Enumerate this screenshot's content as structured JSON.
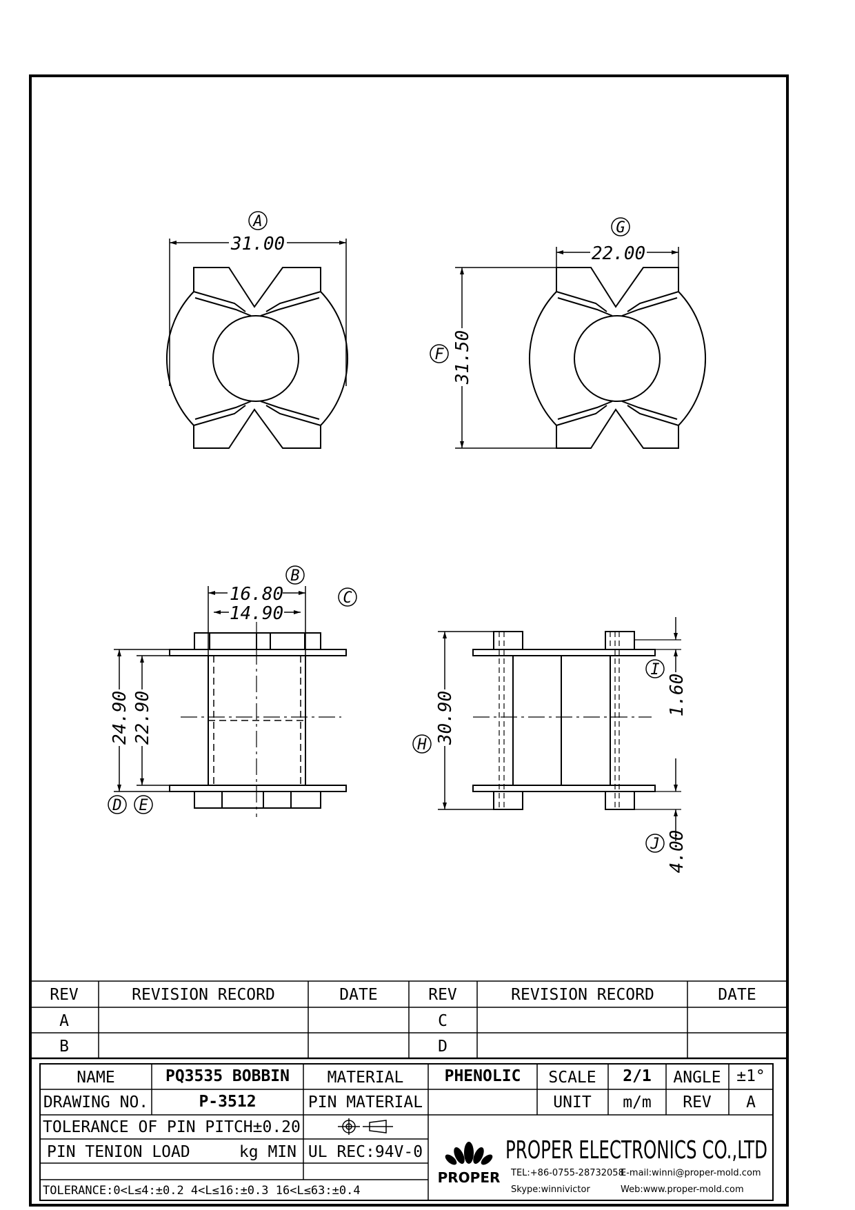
{
  "dimensions": {
    "A": {
      "label": "A",
      "value": "31.00"
    },
    "B": {
      "label": "B",
      "value": "16.80"
    },
    "C": {
      "label": "C",
      "value": "14.90"
    },
    "D": {
      "label": "D",
      "value": "24.90"
    },
    "E": {
      "label": "E",
      "value": "22.90"
    },
    "F": {
      "label": "F",
      "value": "31.50"
    },
    "G": {
      "label": "G",
      "value": "22.00"
    },
    "H": {
      "label": "H",
      "value": "30.90"
    },
    "I": {
      "label": "I",
      "value": "1.60"
    },
    "J": {
      "label": "J",
      "value": "4.00"
    }
  },
  "revision_table": {
    "rev_header": "REV",
    "record_header": "REVISION RECORD",
    "date_header": "DATE",
    "revs": [
      "A",
      "B",
      "C",
      "D"
    ]
  },
  "title_block": {
    "name_label": "NAME",
    "name_value": "PQ3535 BOBBIN",
    "material_label": "MATERIAL",
    "material_value": "PHENOLIC",
    "scale_label": "SCALE",
    "scale_value": "2/1",
    "angle_label": "ANGLE",
    "angle_value": "±1°",
    "drawing_no_label": "DRAWING NO.",
    "drawing_no_value": "P-3512",
    "pin_material_label": "PIN MATERIAL",
    "unit_label": "UNIT",
    "unit_value": "m/m",
    "rev_label": "REV",
    "rev_value": "A",
    "pitch_tolerance": "TOLERANCE OF PIN PITCH±0.20",
    "pin_tension_label": "PIN TENION LOAD",
    "pin_tension_unit": "kg MIN",
    "ul_rec": "UL REC:94V-0",
    "tolerance_line": "TOLERANCE:0<L≤4:±0.2  4<L≤16:±0.3  16<L≤63:±0.4"
  },
  "company": {
    "name": "PROPER ELECTRONICS CO.,LTD",
    "logo_text": "PROPER",
    "tel": "TEL:+86-0755-28732058",
    "email": "E-mail:winni@proper-mold.com",
    "skype": "Skype:winnivictor",
    "web": "Web:www.proper-mold.com"
  },
  "colors": {
    "ink": "#000000",
    "paper": "#ffffff"
  }
}
